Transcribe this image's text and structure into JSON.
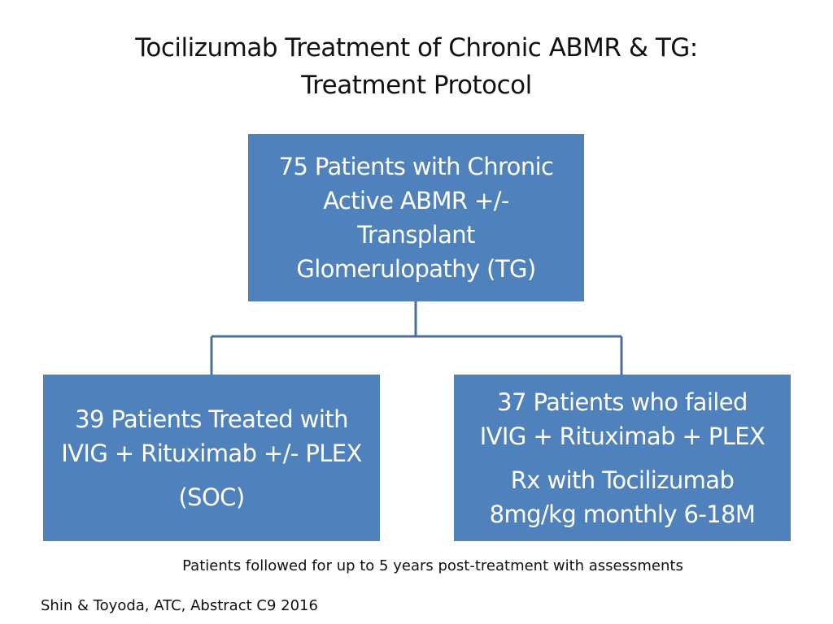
{
  "title": {
    "line1": "Tocilizumab Treatment of Chronic ABMR & TG:",
    "line2": "Treatment Protocol"
  },
  "nodes": {
    "top": {
      "lines": [
        "75 Patients with Chronic",
        "Active ABMR +/-",
        "Transplant",
        "Glomerulopathy (TG)"
      ]
    },
    "left": {
      "lines": [
        "39 Patients Treated with",
        "IVIG + Rituximab +/- PLEX",
        "(SOC)"
      ]
    },
    "right": {
      "lines": [
        "37 Patients  who failed",
        "IVIG + Rituximab + PLEX",
        "Rx with Tocilizumab",
        "8mg/kg monthly 6-18M"
      ]
    }
  },
  "footnote": "Patients followed for up to 5 years post-treatment with assessments",
  "citation": "Shin & Toyoda, ATC, Abstract C9 2016",
  "colors": {
    "box_fill": "#4f81bd",
    "connector": "#4a6f97"
  }
}
